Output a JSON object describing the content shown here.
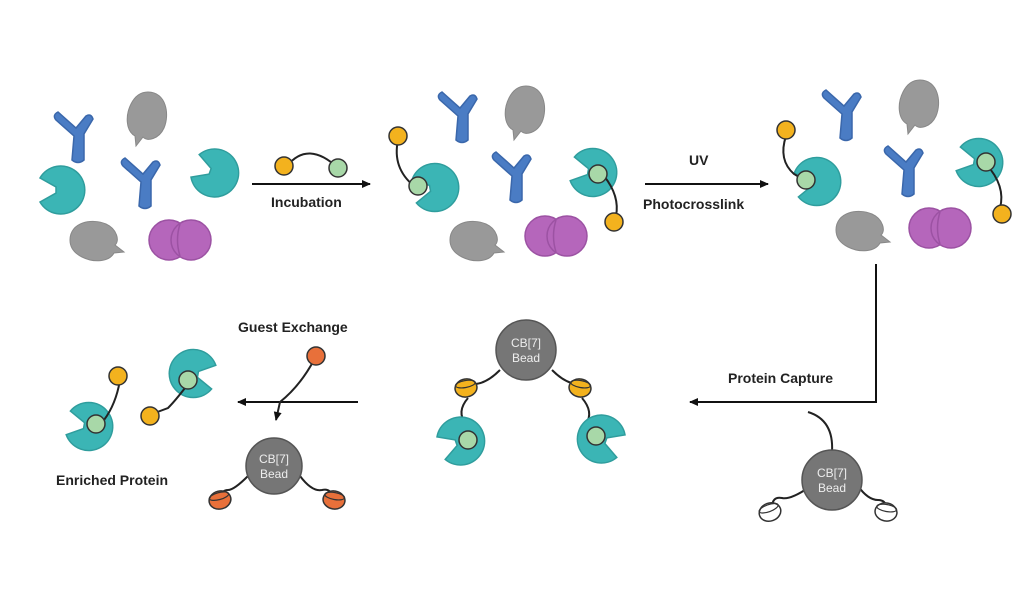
{
  "steps": {
    "incubation": "Incubation",
    "uv": "UV",
    "photocrosslink": "Photocrosslink",
    "protein_capture": "Protein Capture",
    "guest_exchange": "Guest Exchange",
    "enriched_protein": "Enriched Protein"
  },
  "bead": {
    "line1": "CB[7]",
    "line2": "Bead"
  },
  "colors": {
    "receptor_blue": "#4a7cc4",
    "drop_grey": "#9a9a9a",
    "pacman_teal": "#3bb5b5",
    "dimer_purple": "#b566bb",
    "ligand_yellow": "#f3b21e",
    "ligand_green": "#a8d8a8",
    "bead_grey": "#767676",
    "guest_orange": "#e8703a"
  }
}
